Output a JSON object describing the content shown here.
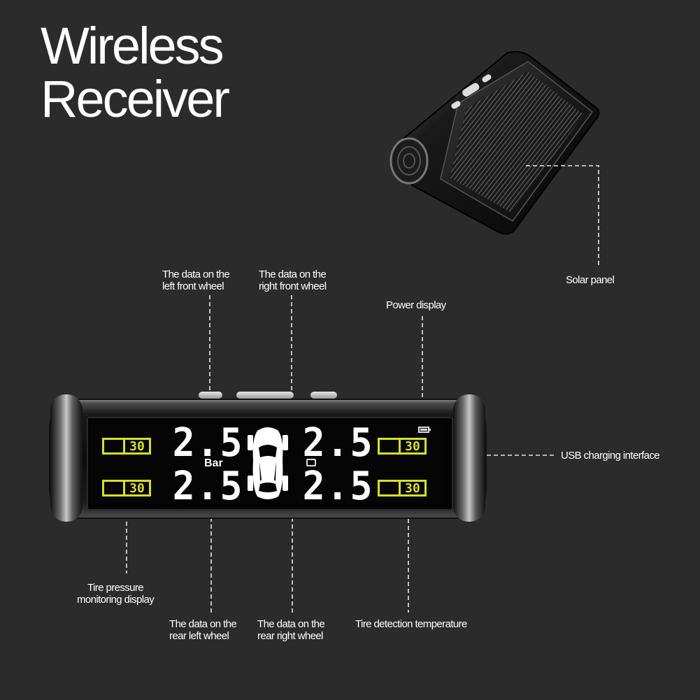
{
  "title": {
    "line1": "Wireless",
    "line2": "Receiver"
  },
  "labels": {
    "left_front_1": "The data on the",
    "left_front_2": "left front wheel",
    "right_front_1": "The data on the",
    "right_front_2": "right front wheel",
    "power_display": "Power display",
    "solar_panel": "Solar panel",
    "usb": "USB charging interface",
    "tpms_1": "Tire pressure",
    "tpms_2": "monitoring display",
    "rear_left_1": "The data on the",
    "rear_left_2": "rear  left wheel",
    "rear_right_1": "The data on the",
    "rear_right_2": "rear right wheel",
    "tire_temp": "Tire detection temperature"
  },
  "display": {
    "pressure_front_left": "2.5",
    "pressure_front_right": "2.5",
    "pressure_rear_left": "2.5",
    "pressure_rear_right": "2.5",
    "unit": "Bar",
    "temp_front_left": "30",
    "temp_front_right": "30",
    "temp_rear_left": "30",
    "temp_rear_right": "30"
  },
  "colors": {
    "background": "#2b2b2b",
    "temp_accent": "#d8de2a",
    "text": "#ffffff"
  }
}
